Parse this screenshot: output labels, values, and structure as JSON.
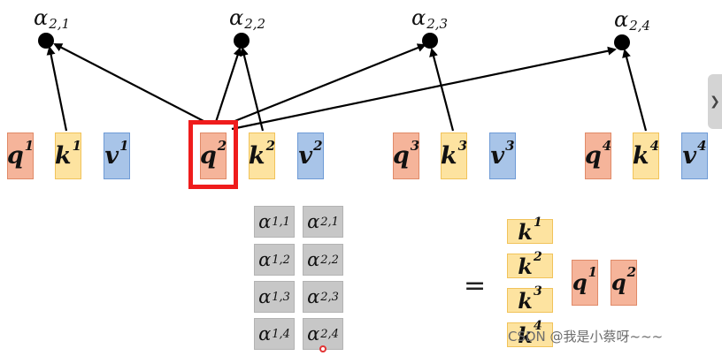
{
  "alphas": [
    {
      "base": "α",
      "sub": "2,1"
    },
    {
      "base": "α",
      "sub": "2,2"
    },
    {
      "base": "α",
      "sub": "2,3"
    },
    {
      "base": "α",
      "sub": "2,4"
    }
  ],
  "vector_groups": [
    {
      "q": {
        "base": "q",
        "sup": "1"
      },
      "k": {
        "base": "k",
        "sup": "1"
      },
      "v": {
        "base": "v",
        "sup": "1"
      }
    },
    {
      "q": {
        "base": "q",
        "sup": "2"
      },
      "k": {
        "base": "k",
        "sup": "2"
      },
      "v": {
        "base": "v",
        "sup": "2"
      }
    },
    {
      "q": {
        "base": "q",
        "sup": "3"
      },
      "k": {
        "base": "k",
        "sup": "3"
      },
      "v": {
        "base": "v",
        "sup": "3"
      }
    },
    {
      "q": {
        "base": "q",
        "sup": "4"
      },
      "k": {
        "base": "k",
        "sup": "4"
      },
      "v": {
        "base": "v",
        "sup": "4"
      }
    }
  ],
  "matrix": {
    "col1": [
      {
        "base": "α",
        "sub": "1,1"
      },
      {
        "base": "α",
        "sub": "1,2"
      },
      {
        "base": "α",
        "sub": "1,3"
      },
      {
        "base": "α",
        "sub": "1,4"
      }
    ],
    "col2": [
      {
        "base": "α",
        "sub": "2,1"
      },
      {
        "base": "α",
        "sub": "2,2"
      },
      {
        "base": "α",
        "sub": "2,3"
      },
      {
        "base": "α",
        "sub": "2,4"
      }
    ]
  },
  "equals": "=",
  "k_stack": [
    {
      "base": "k",
      "sup": "1"
    },
    {
      "base": "k",
      "sup": "2"
    },
    {
      "base": "k",
      "sup": "3"
    },
    {
      "base": "k",
      "sup": "4"
    }
  ],
  "q_pair": [
    {
      "base": "q",
      "sup": "1"
    },
    {
      "base": "q",
      "sup": "2"
    }
  ],
  "side_tab_glyph": "❯",
  "watermark": "CSDN @我是小蔡呀~~~",
  "colors": {
    "q": "#f5b49a",
    "k": "#fde3a0",
    "v": "#a8c4e8",
    "highlight": "#ef1c1c",
    "matrix": "#c7c7c7"
  }
}
